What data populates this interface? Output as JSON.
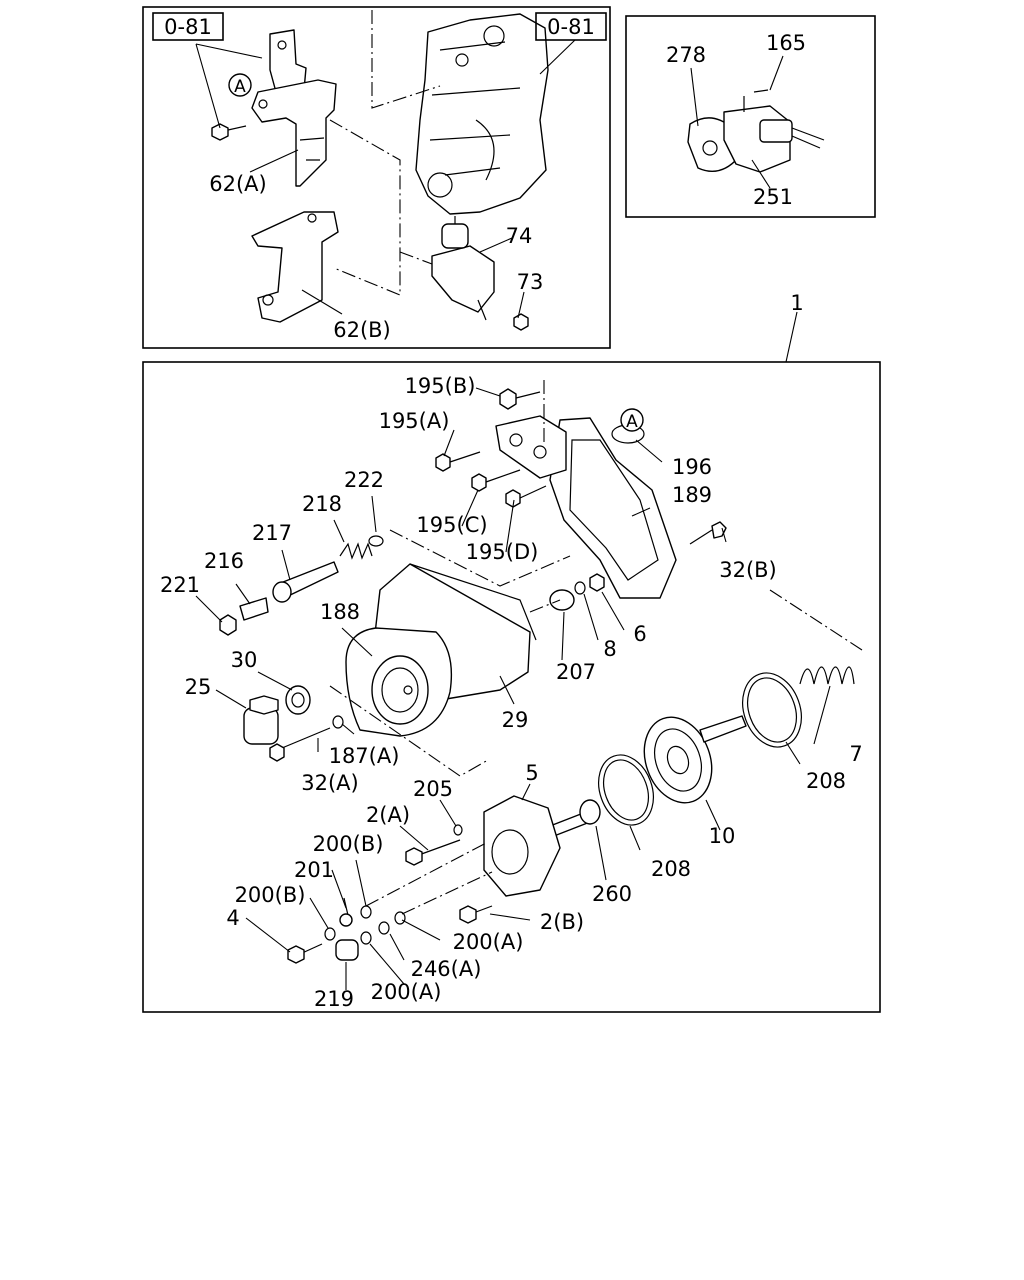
{
  "ref_tags": [
    "0-81",
    "0-81"
  ],
  "callout_marks": [
    "A",
    "A"
  ],
  "assembly_number": "1",
  "labels": {
    "upper_left": [
      "62(A)",
      "62(B)",
      "74",
      "73"
    ],
    "upper_right": [
      "278",
      "165",
      "251"
    ],
    "main": [
      "195(B)",
      "195(A)",
      "196",
      "222",
      "218",
      "189",
      "217",
      "195(C)",
      "195(D)",
      "216",
      "32(B)",
      "221",
      "188",
      "6",
      "8",
      "30",
      "207",
      "25",
      "29",
      "187(A)",
      "7",
      "32(A)",
      "5",
      "208",
      "205",
      "2(A)",
      "10",
      "200(B)",
      "201",
      "260",
      "208",
      "200(B)",
      "4",
      "2(B)",
      "200(A)",
      "246(A)",
      "219",
      "200(A)"
    ]
  }
}
